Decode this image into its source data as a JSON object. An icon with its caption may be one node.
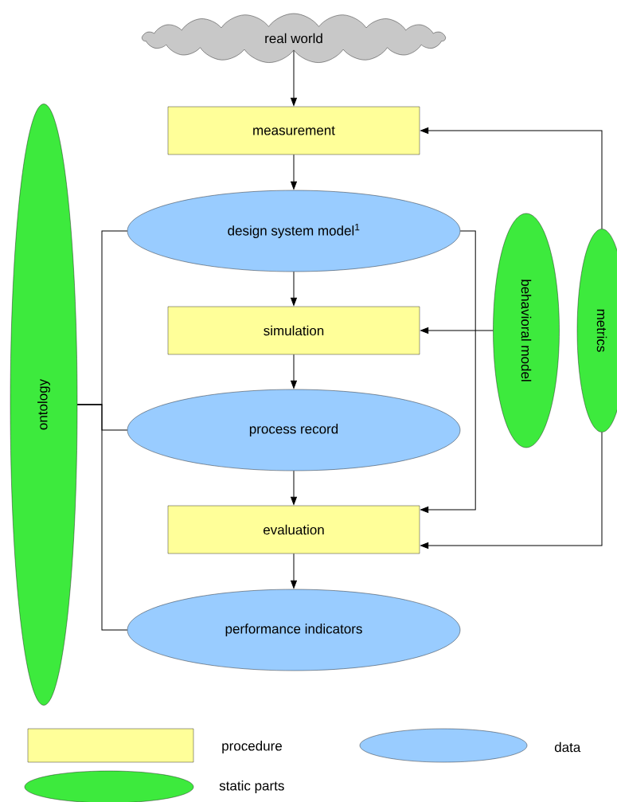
{
  "diagram": {
    "nodes": [
      {
        "text": [
          "real world"
        ]
      },
      {
        "text": [
          "measurement"
        ]
      },
      {
        "text": [
          "design system model$^{1}$"
        ]
      },
      {
        "text": [
          "simulation"
        ]
      },
      {
        "text": [
          "process record"
        ]
      },
      {
        "text": [
          "evaluation"
        ]
      },
      {
        "text": [
          "performance indicators"
        ]
      },
      {
        "text": [
          "ontology"
        ]
      },
      {
        "text": [
          "behavioral model"
        ]
      },
      {
        "text": [
          "metrics"
        ]
      }
    ],
    "edges": [
      {
        "from": 0,
        "to": 1,
        "arrow": "to"
      },
      {
        "from": 1,
        "to": 2,
        "arrow": "to"
      },
      {
        "from": 2,
        "to": 3,
        "arrow": "to"
      },
      {
        "from": 3,
        "to": 4,
        "arrow": "to"
      },
      {
        "from": 4,
        "to": 5,
        "arrow": "to"
      },
      {
        "from": 5,
        "to": 6,
        "arrow": "to"
      },
      {
        "from": 7,
        "to": 2,
        "arrow": "none"
      },
      {
        "from": 7,
        "to": 4,
        "arrow": "none"
      },
      {
        "from": 7,
        "to": 6,
        "arrow": "none"
      },
      {
        "from": 2,
        "to": 5,
        "arrow": "to"
      },
      {
        "from": 8,
        "to": 3,
        "arrow": "to"
      },
      {
        "from": 9,
        "to": 1,
        "arrow": "to"
      },
      {
        "from": 9,
        "to": 5,
        "arrow": "to"
      }
    ],
    "legend": [
      {
        "text": "procedure",
        "color": "#ffff99"
      },
      {
        "text": "data",
        "color": "#99ccff"
      },
      {
        "text": "static parts",
        "color": "#3dea3d"
      }
    ]
  }
}
